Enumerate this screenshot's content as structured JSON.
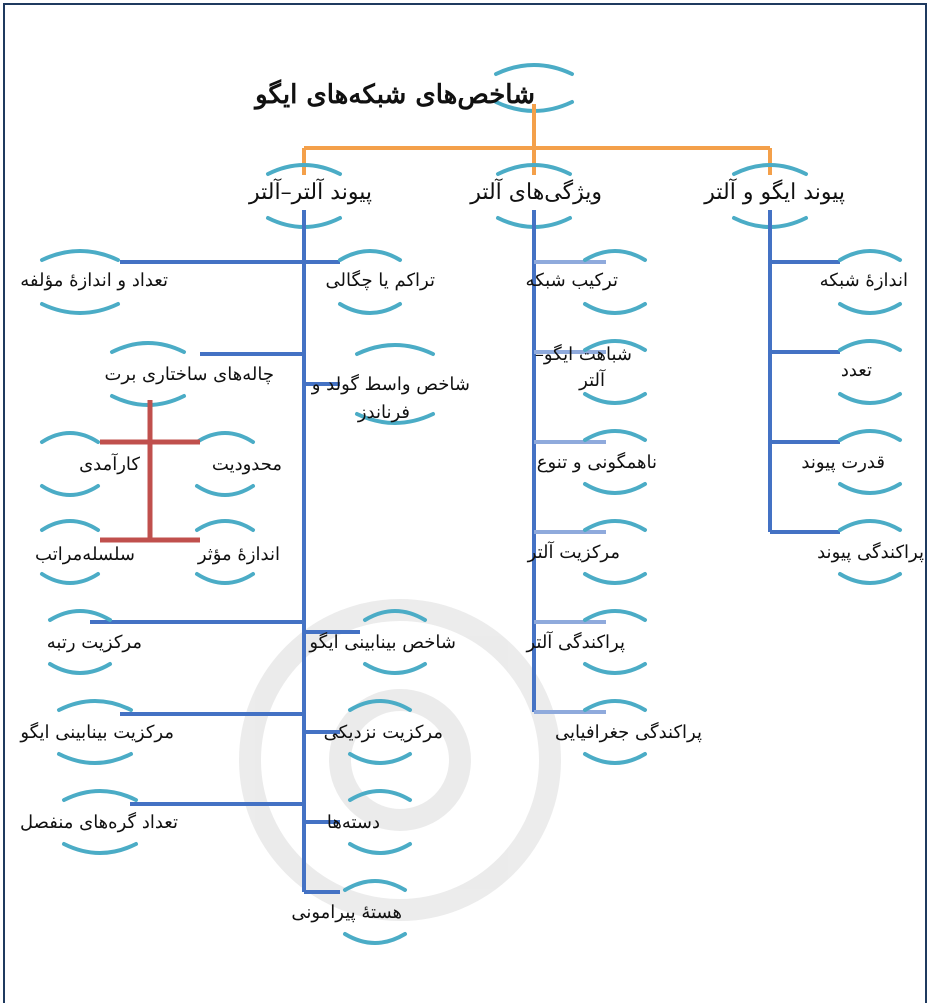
{
  "title": "شاخص‌های شبکه‌های ایگو",
  "colors": {
    "blue": "#4472c4",
    "blue_light": "#8faadc",
    "orange": "#f4a04a",
    "red": "#c0504d",
    "teal": "#4bacc6",
    "frame": "#1f3a5f"
  },
  "categories": {
    "ego_alter_tie": "پیوند ایگو و آلتر",
    "alter_attributes": "ویژگی‌های آلتر",
    "alter_alter_tie": "پیوند آلتر–آلتر"
  },
  "ego_alter_tie_items": {
    "network_size": "اندازهٔ شبکه",
    "multiplicity": "تعدد",
    "tie_strength": "قدرت پیوند",
    "tie_dispersion": "پراکندگی پیوند"
  },
  "alter_attributes_items": {
    "network_composition": "ترکیب شبکه",
    "ego_alter_similarity_line1": "شباهت ایگو–",
    "ego_alter_similarity_line2": "آلتر",
    "heterogeneity_diversity": "ناهمگونی و تنوع",
    "alter_centrality": "مرکزیت آلتر",
    "alter_dispersion": "پراکندگی آلتر",
    "geographic_dispersion": "پراکندگی جغرافیایی"
  },
  "alter_alter_items": {
    "density": "تراکم یا چگالی",
    "component_count_size": "تعداد و اندازهٔ مؤلفه",
    "burt_structural_holes": "چاله‌های ساختاری برت",
    "gould_fernandez_line1": "شاخص واسط گولد و",
    "gould_fernandez_line2": "فرناندز",
    "efficiency": "کارآمدی",
    "constraint": "محدودیت",
    "hierarchy": "سلسله‌مراتب",
    "effective_size": "اندازهٔ مؤثر",
    "degree_centrality": "مرکزیت رتبه",
    "ego_betweenness_index": "شاخص بینابینی ایگو",
    "ego_betweenness_centrality": "مرکزیت بینابینی ایگو",
    "closeness_centrality": "مرکزیت نزدیکی",
    "isolate_count": "تعداد گره‌های منفصل",
    "cliques": "دسته‌ها",
    "core_periphery": "هستهٔ پیرامونی"
  }
}
